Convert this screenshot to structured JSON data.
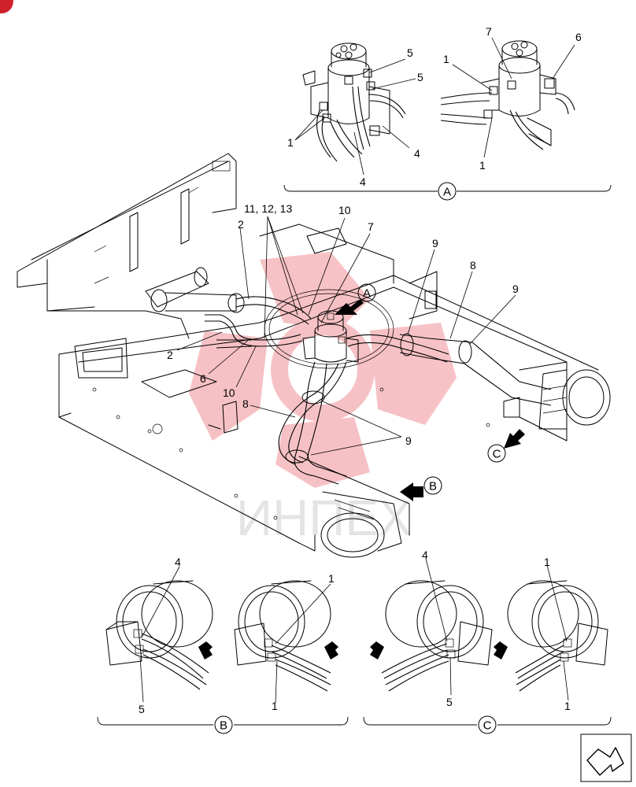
{
  "diagram": {
    "watermark": "ИНПЕХ",
    "view_labels": {
      "a": "A",
      "b": "B",
      "c": "C"
    },
    "callouts": {
      "top_5a": "5",
      "top_5b": "5",
      "top_1a": "1",
      "top_4a": "4",
      "top_4b": "4",
      "top_7": "7",
      "top_6": "6",
      "top_1b": "1",
      "top_1c": "1",
      "main_11_12_13": "11, 12, 13",
      "main_10a": "10",
      "main_7": "7",
      "main_2a": "2",
      "main_2b": "2",
      "main_9a": "9",
      "main_8a": "8",
      "main_9b": "9",
      "main_6": "6",
      "main_10b": "10",
      "main_8b": "8",
      "main_9c": "9",
      "bot_4a": "4",
      "bot_5a": "5",
      "bot_1a": "1",
      "bot_1b": "1",
      "bot_4b": "4",
      "bot_5b": "5",
      "bot_1c": "1",
      "bot_1d": "1"
    },
    "icons": [
      "corner-marker-icon",
      "next-page-arrow-icon",
      "view-direction-arrow-icon"
    ],
    "colors": {
      "line": "#000000",
      "watermark": "#e8505b",
      "marker": "#d0202b"
    }
  }
}
